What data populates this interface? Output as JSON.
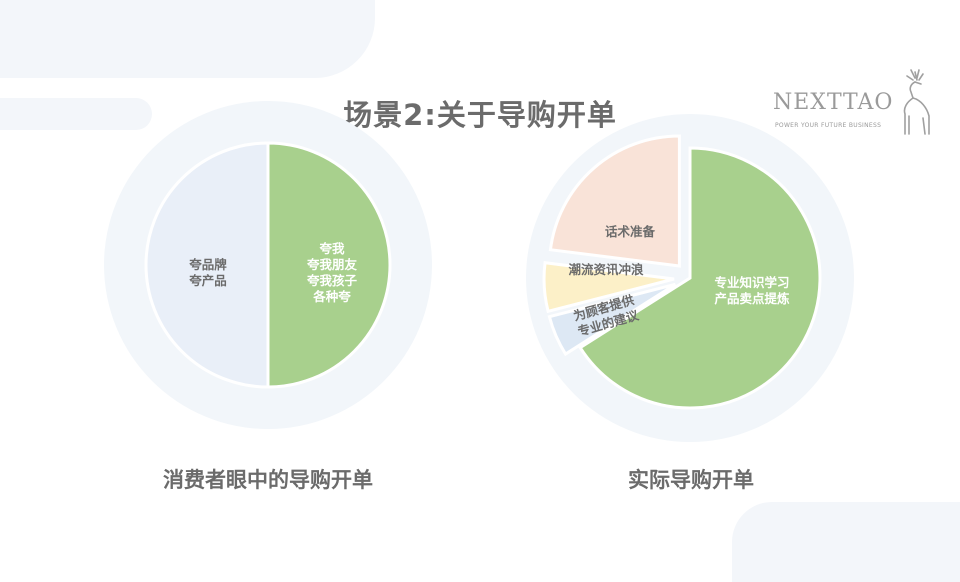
{
  "title": "场景2:关于导购开单",
  "logo": {
    "name": "NEXTTAO",
    "tagline": "POWER YOUR FUTURE BUSINESS"
  },
  "captions": {
    "left": "消费者眼中的导购开单",
    "right": "实际导购开单"
  },
  "colors": {
    "green": "#a8d08d",
    "blue_light": "#e9eff8",
    "peach": "#f9e3d8",
    "yellow": "#fcf0c8",
    "blue_slice": "#dde8f4",
    "ring": "#f2f6fa",
    "text": "#6b6b6b"
  },
  "chart_data": [
    {
      "type": "pie",
      "title": "消费者眼中的导购开单",
      "slices": [
        {
          "label": [
            "夸我",
            "夸我朋友",
            "夸我孩子",
            "各种夸"
          ],
          "value": 50,
          "color": "#a8d08d",
          "exploded": false
        },
        {
          "label": [
            "夸品牌",
            "夸产品"
          ],
          "value": 50,
          "color": "#e9eff8",
          "exploded": false
        }
      ]
    },
    {
      "type": "pie",
      "title": "实际导购开单",
      "slices": [
        {
          "label": [
            "专业知识学习",
            "产品卖点提炼"
          ],
          "value": 66,
          "color": "#a8d08d",
          "exploded": false
        },
        {
          "label": [
            "为顾客提供",
            "专业的建议"
          ],
          "value": 5,
          "color": "#dde8f4",
          "exploded": true
        },
        {
          "label": [
            "潮流资讯冲浪"
          ],
          "value": 6,
          "color": "#fcf0c8",
          "exploded": true
        },
        {
          "label": [
            "话术准备"
          ],
          "value": 23,
          "color": "#f9e3d8",
          "exploded": true
        }
      ]
    }
  ]
}
